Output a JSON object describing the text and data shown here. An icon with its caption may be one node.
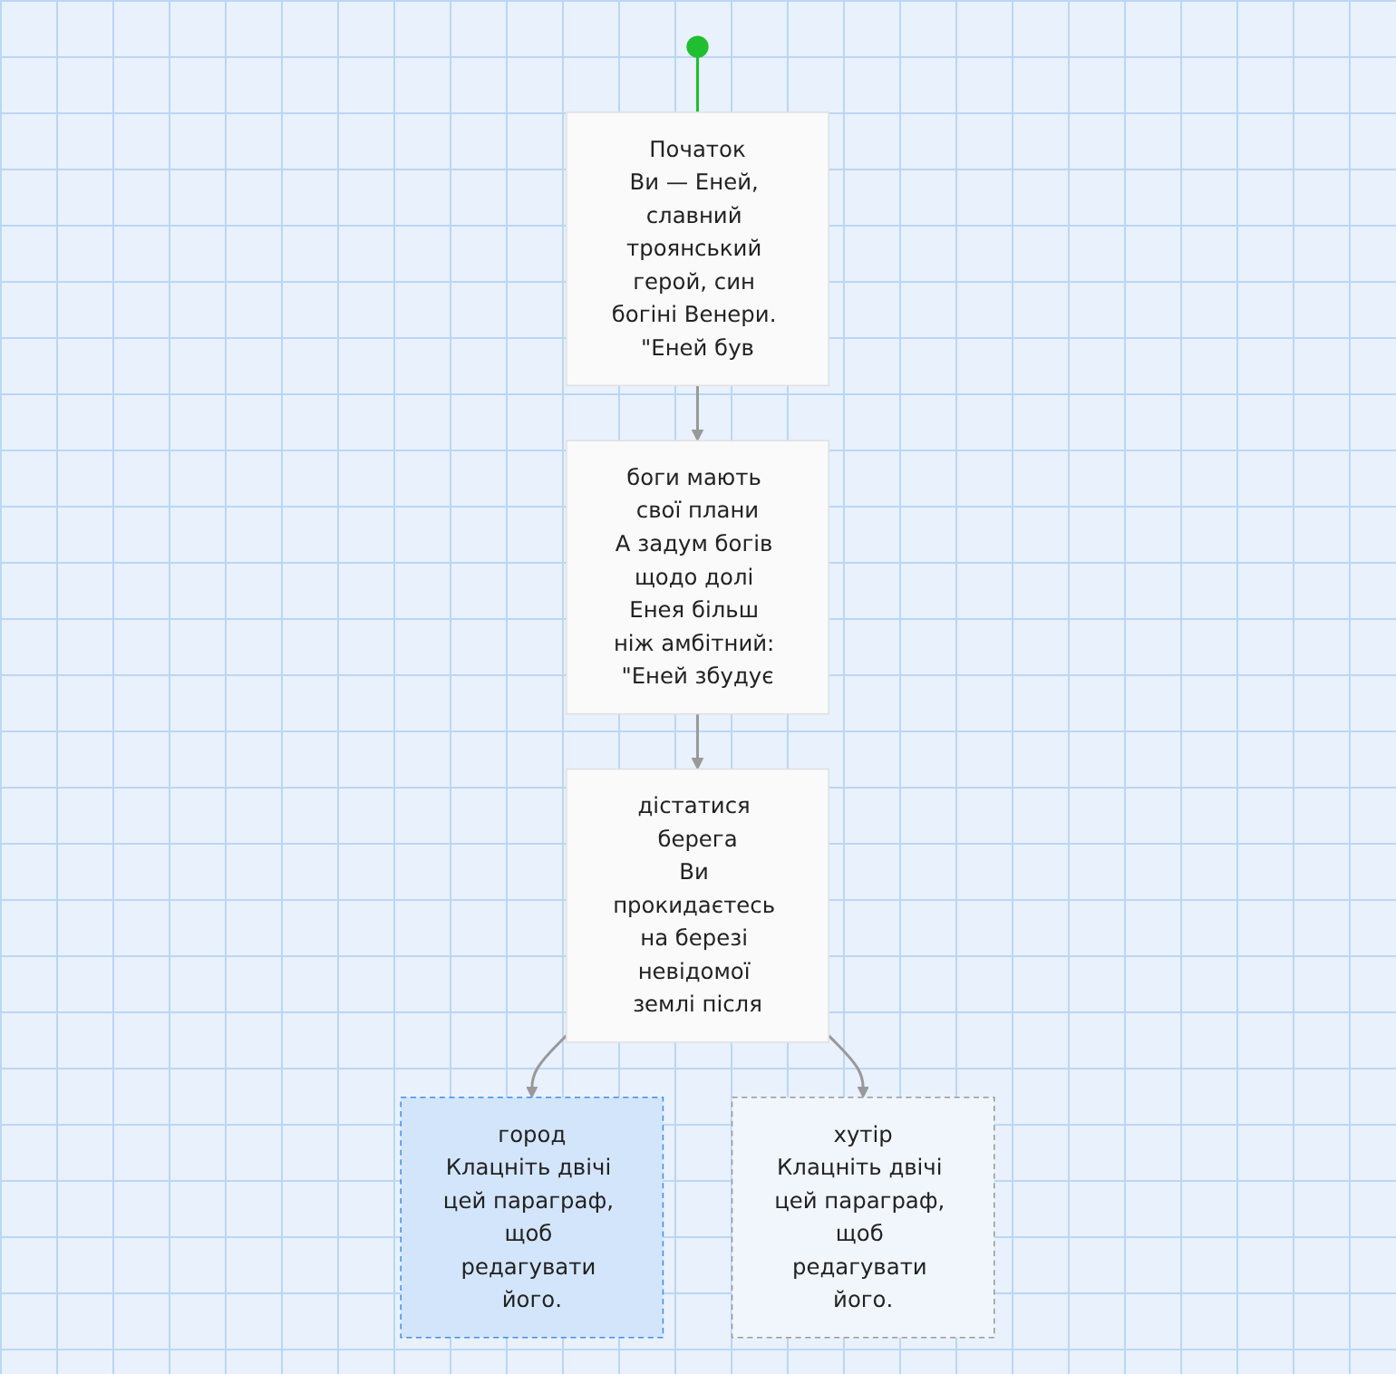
{
  "diagram": {
    "nodes": [
      {
        "text": [],
        "shape": "circle"
      },
      {
        "text": [
          "Початок",
          "Ви — Еней, славний троянський герой, син богіні Венери. \"Еней був"
        ]
      },
      {
        "text": [
          "боги мають свої плани",
          "А задум богів щодо долі Енея більш ніж амбітний: \"Еней збудує"
        ]
      },
      {
        "text": [
          "дістатися берега",
          "Ви прокидаєтесь на березі невідомої землі після"
        ]
      },
      {
        "text": [
          "город",
          "Клацніть двічі цей параграф, щоб редагувати його."
        ]
      },
      {
        "text": [
          "хутір",
          "Клацніть двічі цей параграф, щоб редагувати його."
        ]
      }
    ],
    "edges": [
      {
        "from": 0,
        "to": 1,
        "arrow": "none",
        "color": "#1fbf2f"
      },
      {
        "from": 1,
        "to": 2,
        "arrow": "to"
      },
      {
        "from": 2,
        "to": 3,
        "arrow": "to"
      },
      {
        "from": 3,
        "to": 4,
        "arrow": "to"
      },
      {
        "from": 3,
        "to": 5,
        "arrow": "to"
      }
    ]
  }
}
